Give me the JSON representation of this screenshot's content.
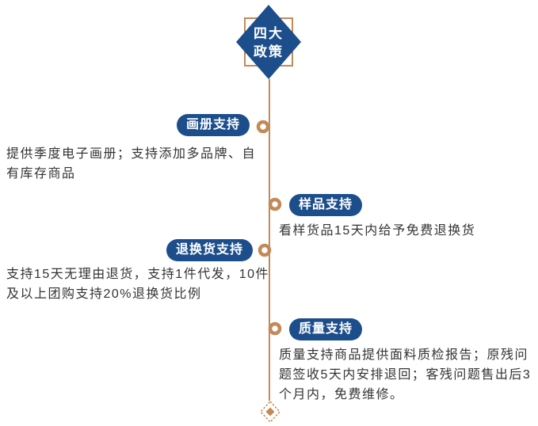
{
  "colors": {
    "navy": "#1d4e8c",
    "tan": "#c28a58",
    "text_dark": "#333333",
    "background": "#ffffff"
  },
  "center": {
    "title": "四大\n政策"
  },
  "branches": [
    {
      "side": "left",
      "label": "画册支持",
      "description": "提供季度电子画册；支持添加多品牌、自\n有库存商品"
    },
    {
      "side": "right",
      "label": "样品支持",
      "description": "看样货品15天内给予免费退换货"
    },
    {
      "side": "left",
      "label": "退换货支持",
      "description": "支持15天无理由退货，支持1件代发，10件\n及以上团购支持20%退换货比例"
    },
    {
      "side": "right",
      "label": "质量支持",
      "description": "质量支持商品提供面料质检报告；原残问\n题签收5天内安排退回；客残问题售出后3\n个月内，免费维修。"
    }
  ]
}
